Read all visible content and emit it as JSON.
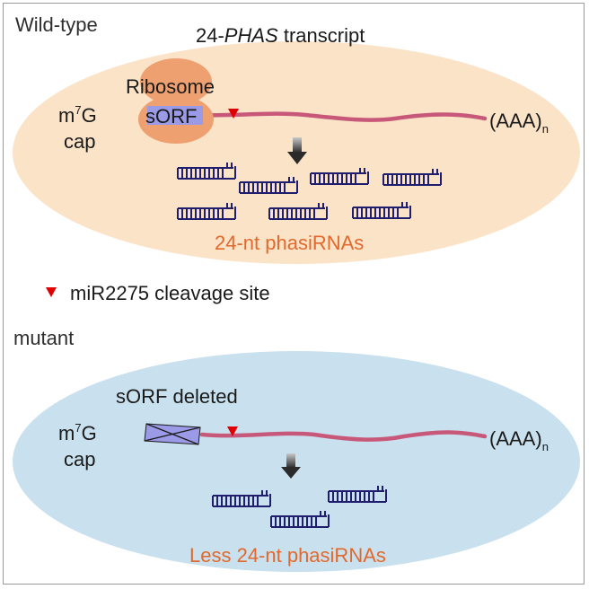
{
  "wildtype": {
    "panel_label": "Wild-type",
    "transcript_title_prefix": "24-",
    "transcript_title_italic": "PHAS",
    "transcript_title_suffix": " transcript",
    "ribosome_label": "Ribosome",
    "sorf_label": "sORF",
    "cap_base": "m",
    "cap_superscript": "7",
    "cap_letter": "G",
    "cap_word": "cap",
    "polya_main": "(AAA)",
    "polya_subscript": "n",
    "product_label": "24-nt phasiRNAs"
  },
  "legend": {
    "cleavage_label": "miR2275 cleavage site"
  },
  "mutant": {
    "panel_label": "mutant",
    "deleted_label": "sORF deleted",
    "cap_base": "m",
    "cap_superscript": "7",
    "cap_letter": "G",
    "cap_word": "cap",
    "polya_main": "(AAA)",
    "polya_subscript": "n",
    "product_label": "Less 24-nt phasiRNAs"
  },
  "colors": {
    "wildtype_cell": "#fbe3c8",
    "mutant_cell": "#c9e0ee",
    "mrna": "#c8587a",
    "ribosome": "#eea070",
    "sorf": "#9a9ae6",
    "cleavage_marker": "#e00000",
    "phasirna": "#1f1e6e",
    "product_text": "#e2692c",
    "arrow": "#333333"
  },
  "icons": {
    "cleavage": "red-triangle-icon",
    "arrow": "down-arrow-icon",
    "phasirna": "duplex-rna-icon"
  }
}
